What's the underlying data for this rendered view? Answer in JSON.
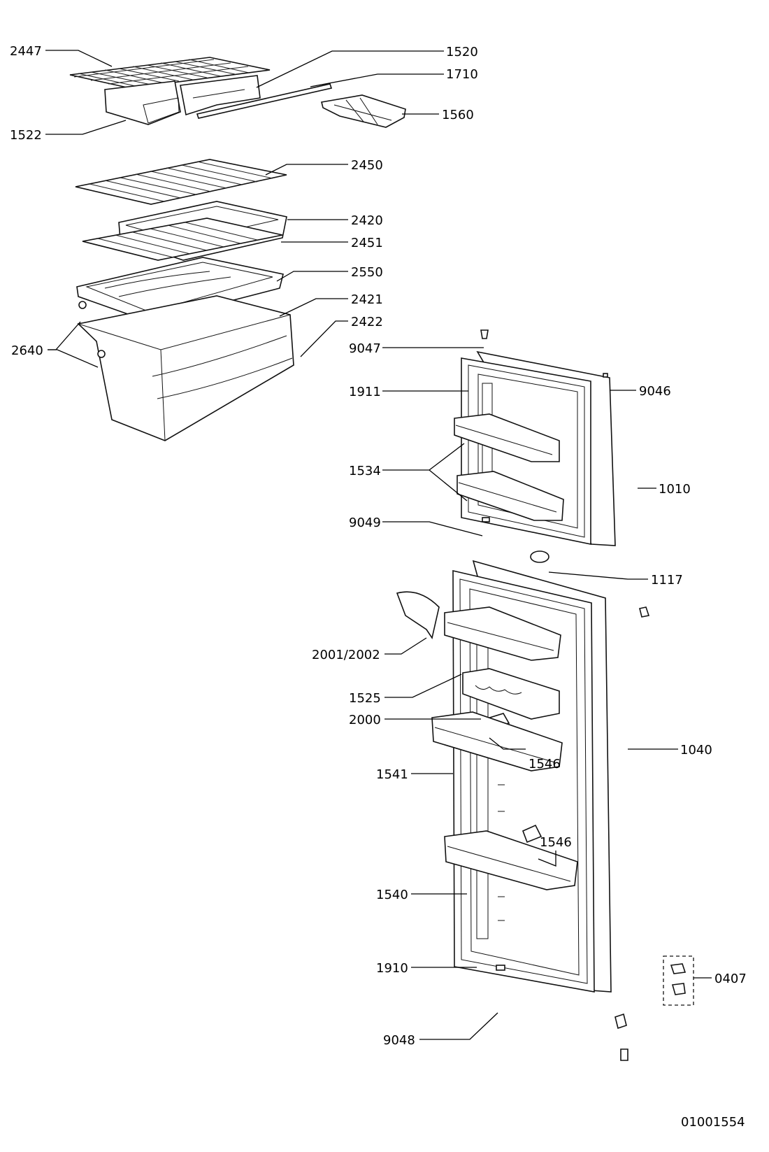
{
  "labels": {
    "l2447": "2447",
    "l1520": "1520",
    "l1710": "1710",
    "l1560": "1560",
    "l1522": "1522",
    "l2450": "2450",
    "l2420": "2420",
    "l2451": "2451",
    "l2550": "2550",
    "l2421": "2421",
    "l2422": "2422",
    "l2640": "2640",
    "l9047": "9047",
    "l1911": "1911",
    "l9046": "9046",
    "l1534": "1534",
    "l1010": "1010",
    "l9049": "9049",
    "l1117": "1117",
    "l2001": "2001/2002",
    "l1525": "1525",
    "l2000": "2000",
    "l1040": "1040",
    "l1546a": "1546",
    "l1541": "1541",
    "l1546b": "1546",
    "l1540": "1540",
    "l1910": "1910",
    "l0407": "0407",
    "l9048": "9048"
  },
  "document_code": "01001554"
}
